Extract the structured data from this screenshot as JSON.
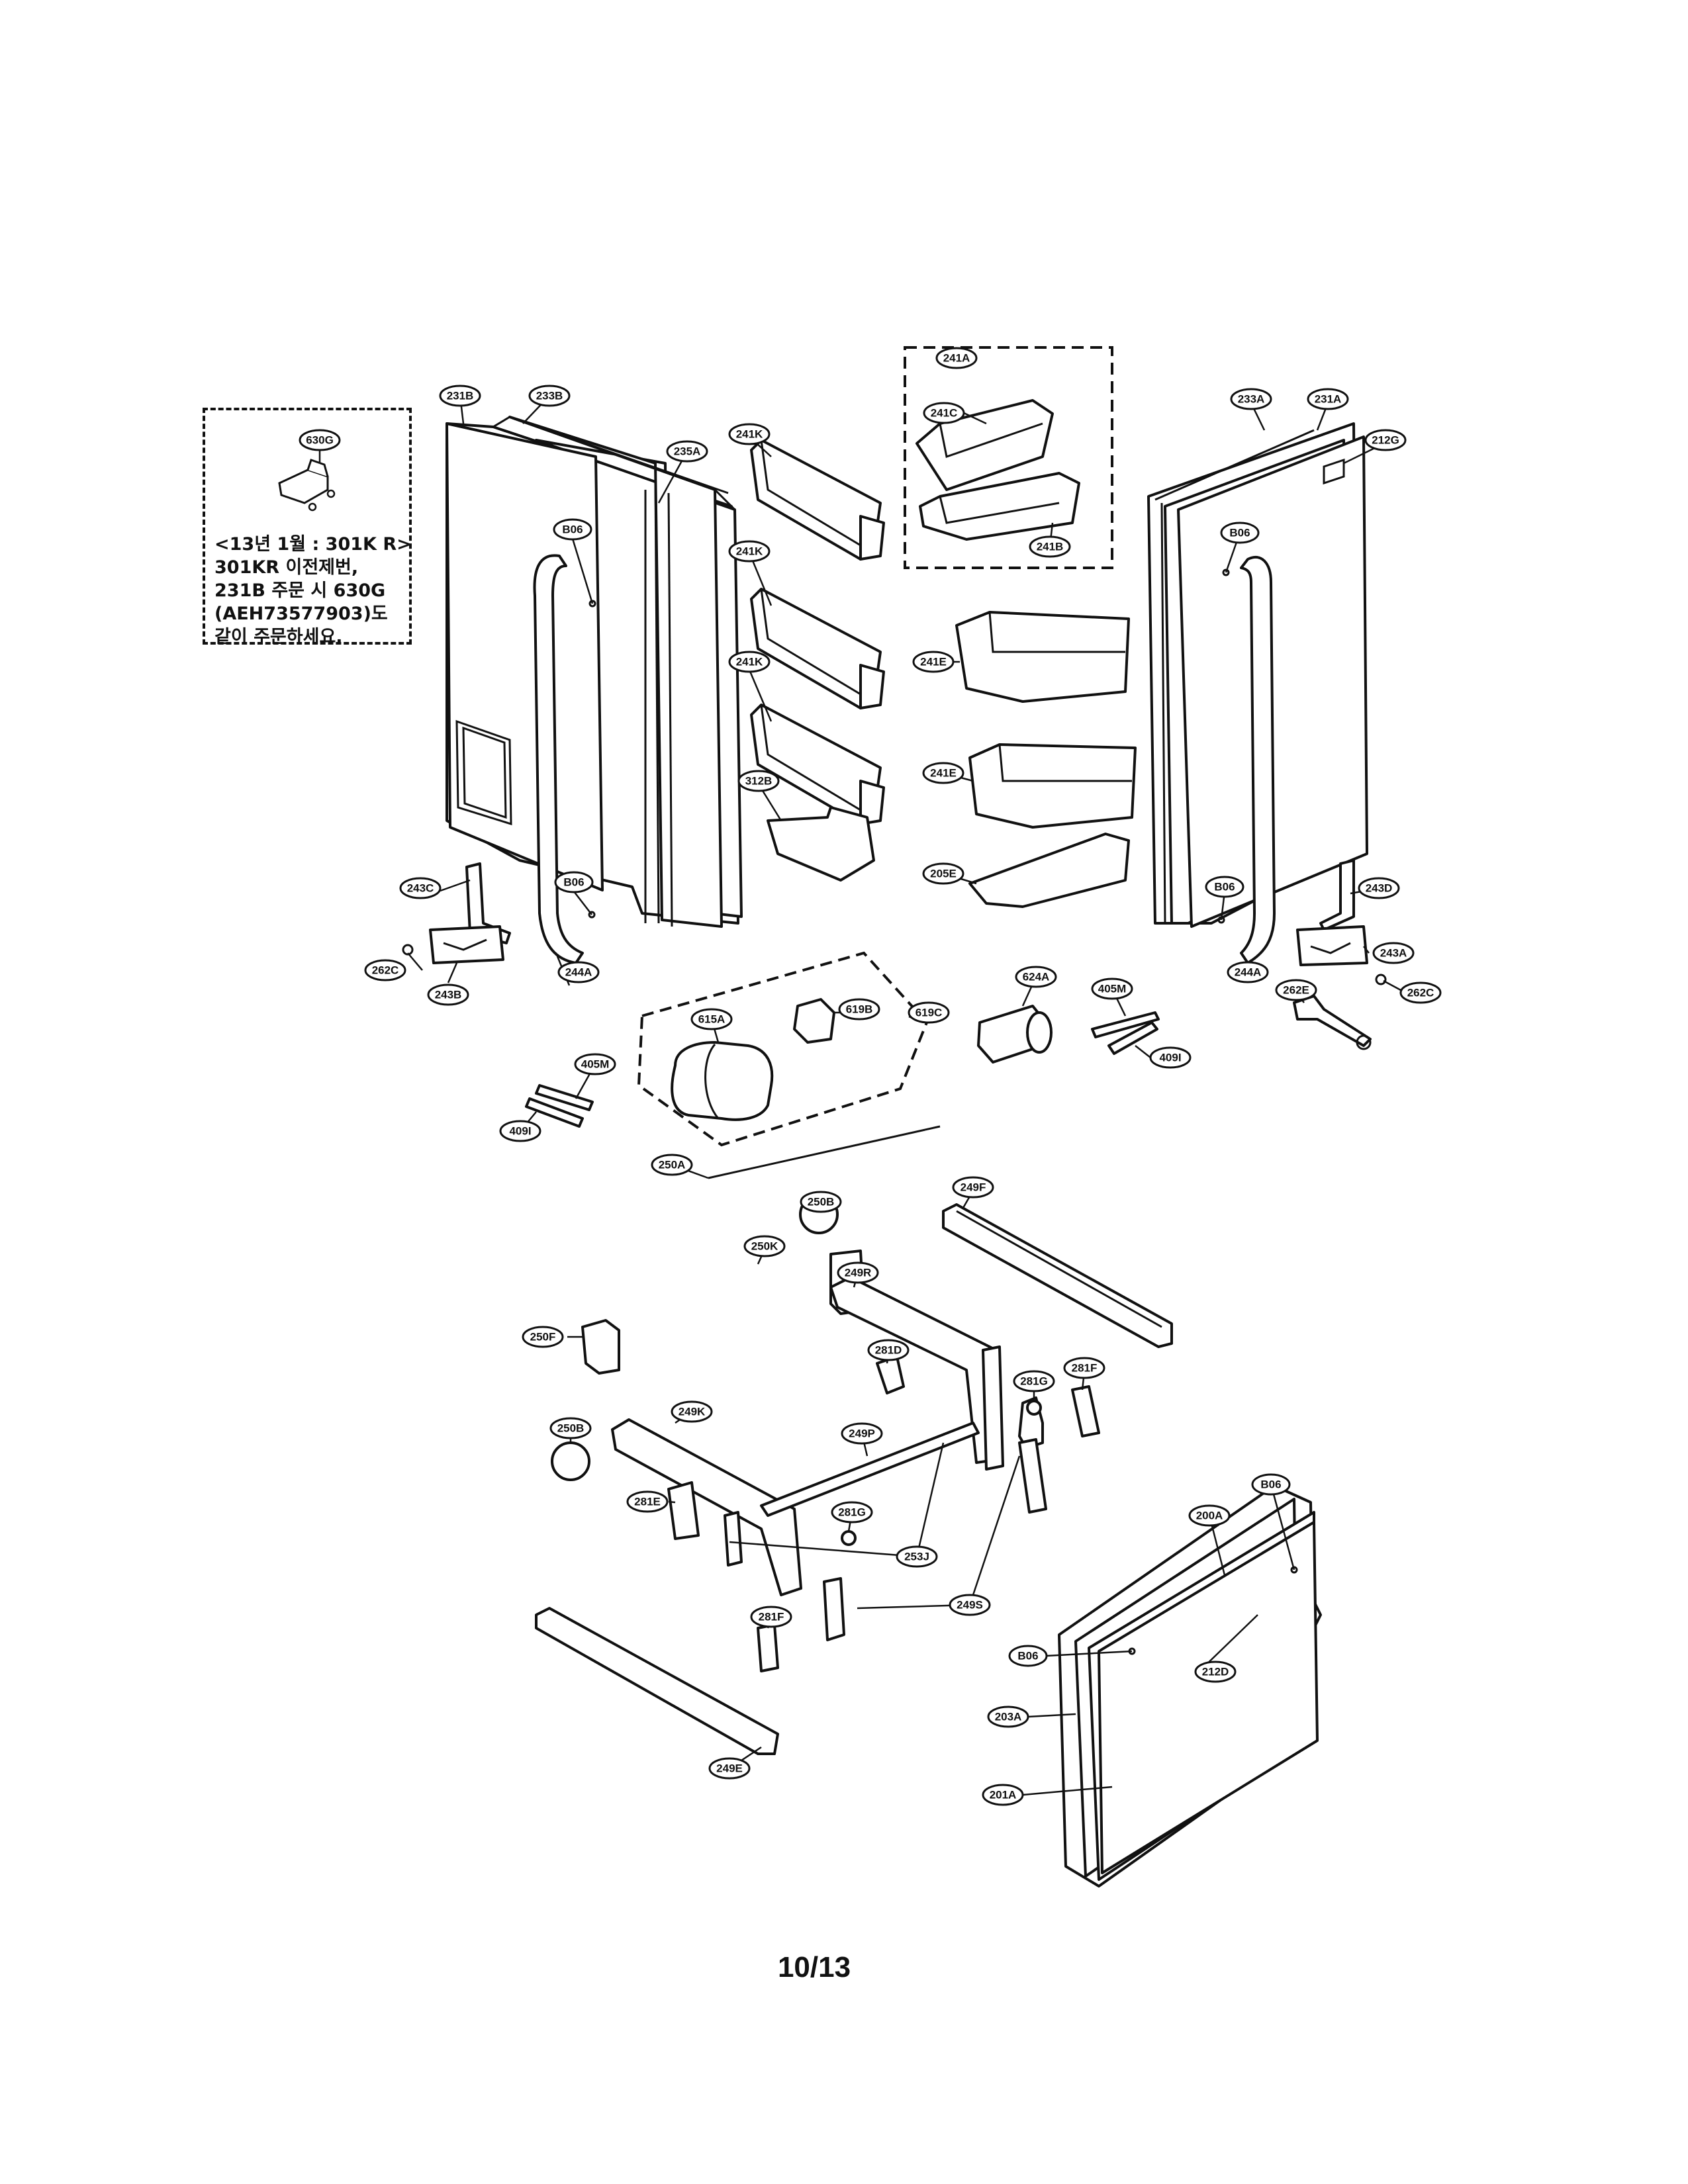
{
  "note": {
    "lines": [
      "<13년 1월 : 301K R>",
      "301KR 이전제번,",
      "231B 주문 시 630G",
      "(AEH73577903)도",
      "같이 주문하세요."
    ],
    "part_callout": "630G"
  },
  "page_number": "10/13",
  "callouts": [
    "231B",
    "233B",
    "235A",
    "B06",
    "B06",
    "243C",
    "262C",
    "243B",
    "244A",
    "241A",
    "241C",
    "241B",
    "241K",
    "241K",
    "241K",
    "241E",
    "241E",
    "312B",
    "205E",
    "233A",
    "231A",
    "212G",
    "B06",
    "B06",
    "243D",
    "243A",
    "262E",
    "262C",
    "244A",
    "619C",
    "615A",
    "619B",
    "624A",
    "405M",
    "409I",
    "405M",
    "409I",
    "250A",
    "250B",
    "250K",
    "249F",
    "249R",
    "250F",
    "281D",
    "281G",
    "281F",
    "250B",
    "249K",
    "249P",
    "281E",
    "281G",
    "253J",
    "249S",
    "281F",
    "249E",
    "B06",
    "200A",
    "B06",
    "212D",
    "203A",
    "201A"
  ]
}
